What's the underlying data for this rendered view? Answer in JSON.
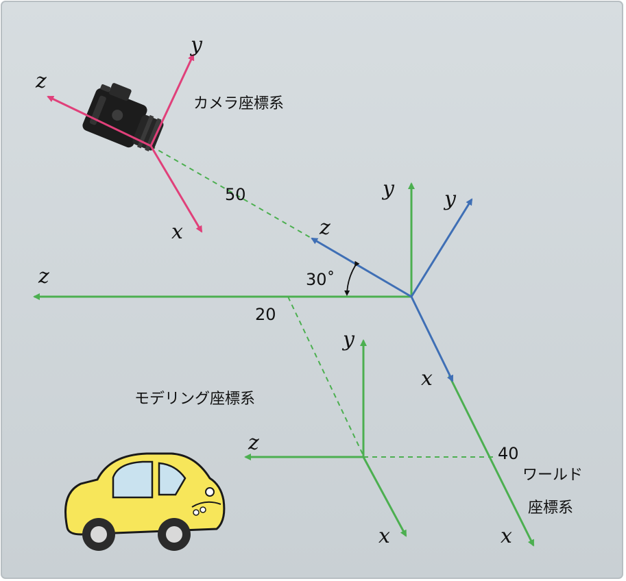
{
  "labels": {
    "camera_frame": "カメラ座標系",
    "modeling_frame": "モデリング座標系",
    "world_frame_line1": "ワールド",
    "world_frame_line2": "座標系",
    "dist_camera": "50",
    "dist_modeling_z": "20",
    "dist_modeling_x": "40",
    "angle": "30˚"
  },
  "axes": {
    "camera_x": "x",
    "camera_y": "y",
    "camera_z": "z",
    "rotated_x": "x",
    "rotated_y": "y",
    "rotated_z": "z",
    "world_x": "x",
    "world_y": "y",
    "world_z": "z",
    "model_x": "x",
    "model_y": "y",
    "model_z": "z"
  },
  "colors": {
    "background": "#d0d6da",
    "world": "#4caf50",
    "rotated": "#3f6fb5",
    "camera": "#e0407a",
    "car_body": "#f7e65a",
    "car_outline": "#1a1a1a"
  }
}
